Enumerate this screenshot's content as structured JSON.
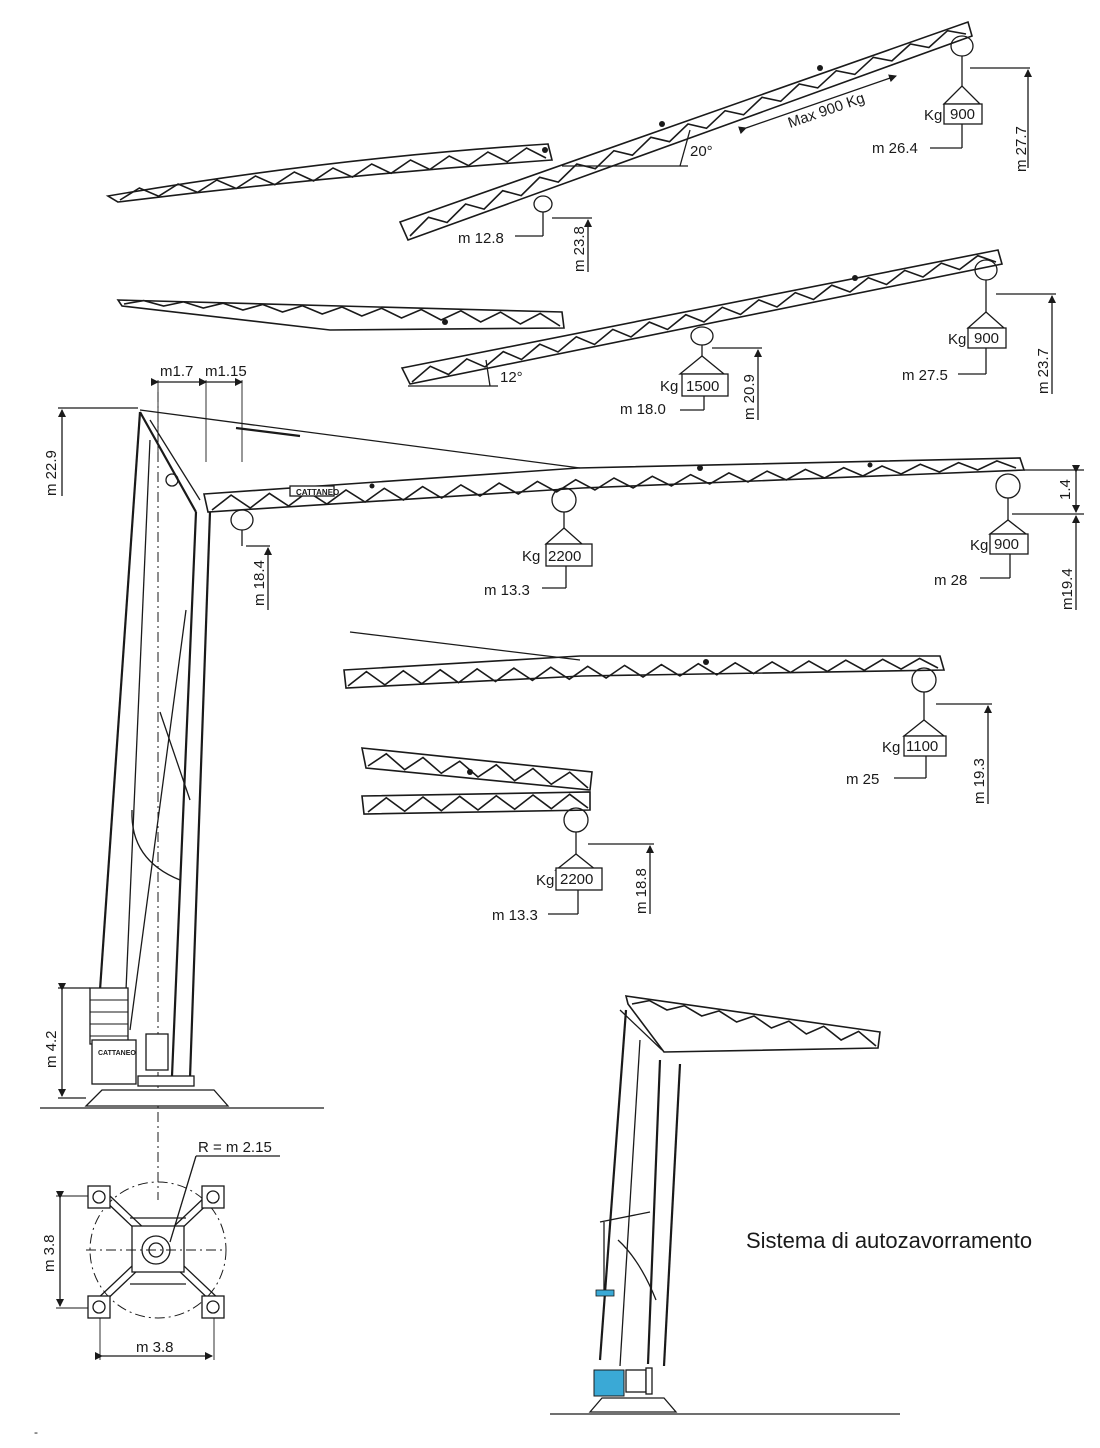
{
  "caption": "Sistema di autozavorramento",
  "brand": "CATTANEO",
  "top": {
    "load": "Kg",
    "max_note": "Max 900 Kg",
    "angle": "20°",
    "tip_value": "900",
    "tip_radius": "m 26.4",
    "tip_height": "m 27.7",
    "mid_radius": "m 12.8",
    "mid_height": "m 23.8"
  },
  "second": {
    "load": "Kg",
    "angle": "12°",
    "tip_value": "900",
    "tip_radius": "m 27.5",
    "tip_height": "m 23.7",
    "mid_value": "1500",
    "mid_radius": "m 18.0",
    "mid_height": "m 20.9"
  },
  "main": {
    "load": "Kg",
    "dim_17": "m1.7",
    "dim_115": "m1.15",
    "height": "m 22.9",
    "hook_height": "m 18.4",
    "mid_value": "2200",
    "mid_radius": "m 13.3",
    "tip_value": "900",
    "tip_radius": "m 28",
    "tip_height": "m19.4",
    "tip_offset": "1.4"
  },
  "fourth": {
    "load": "Kg",
    "tip_value": "1100",
    "tip_radius": "m 25",
    "tip_height": "m 19.3"
  },
  "fifth": {
    "load": "Kg",
    "value": "2200",
    "radius": "m 13.3",
    "height": "m 18.8"
  },
  "base": {
    "ballast_height": "m 4.2",
    "radius": "R = m 2.15",
    "width": "m 3.8",
    "depth": "m 3.8"
  },
  "colors": {
    "ink": "#1a1a1a",
    "accent": "#3aa9d6"
  }
}
